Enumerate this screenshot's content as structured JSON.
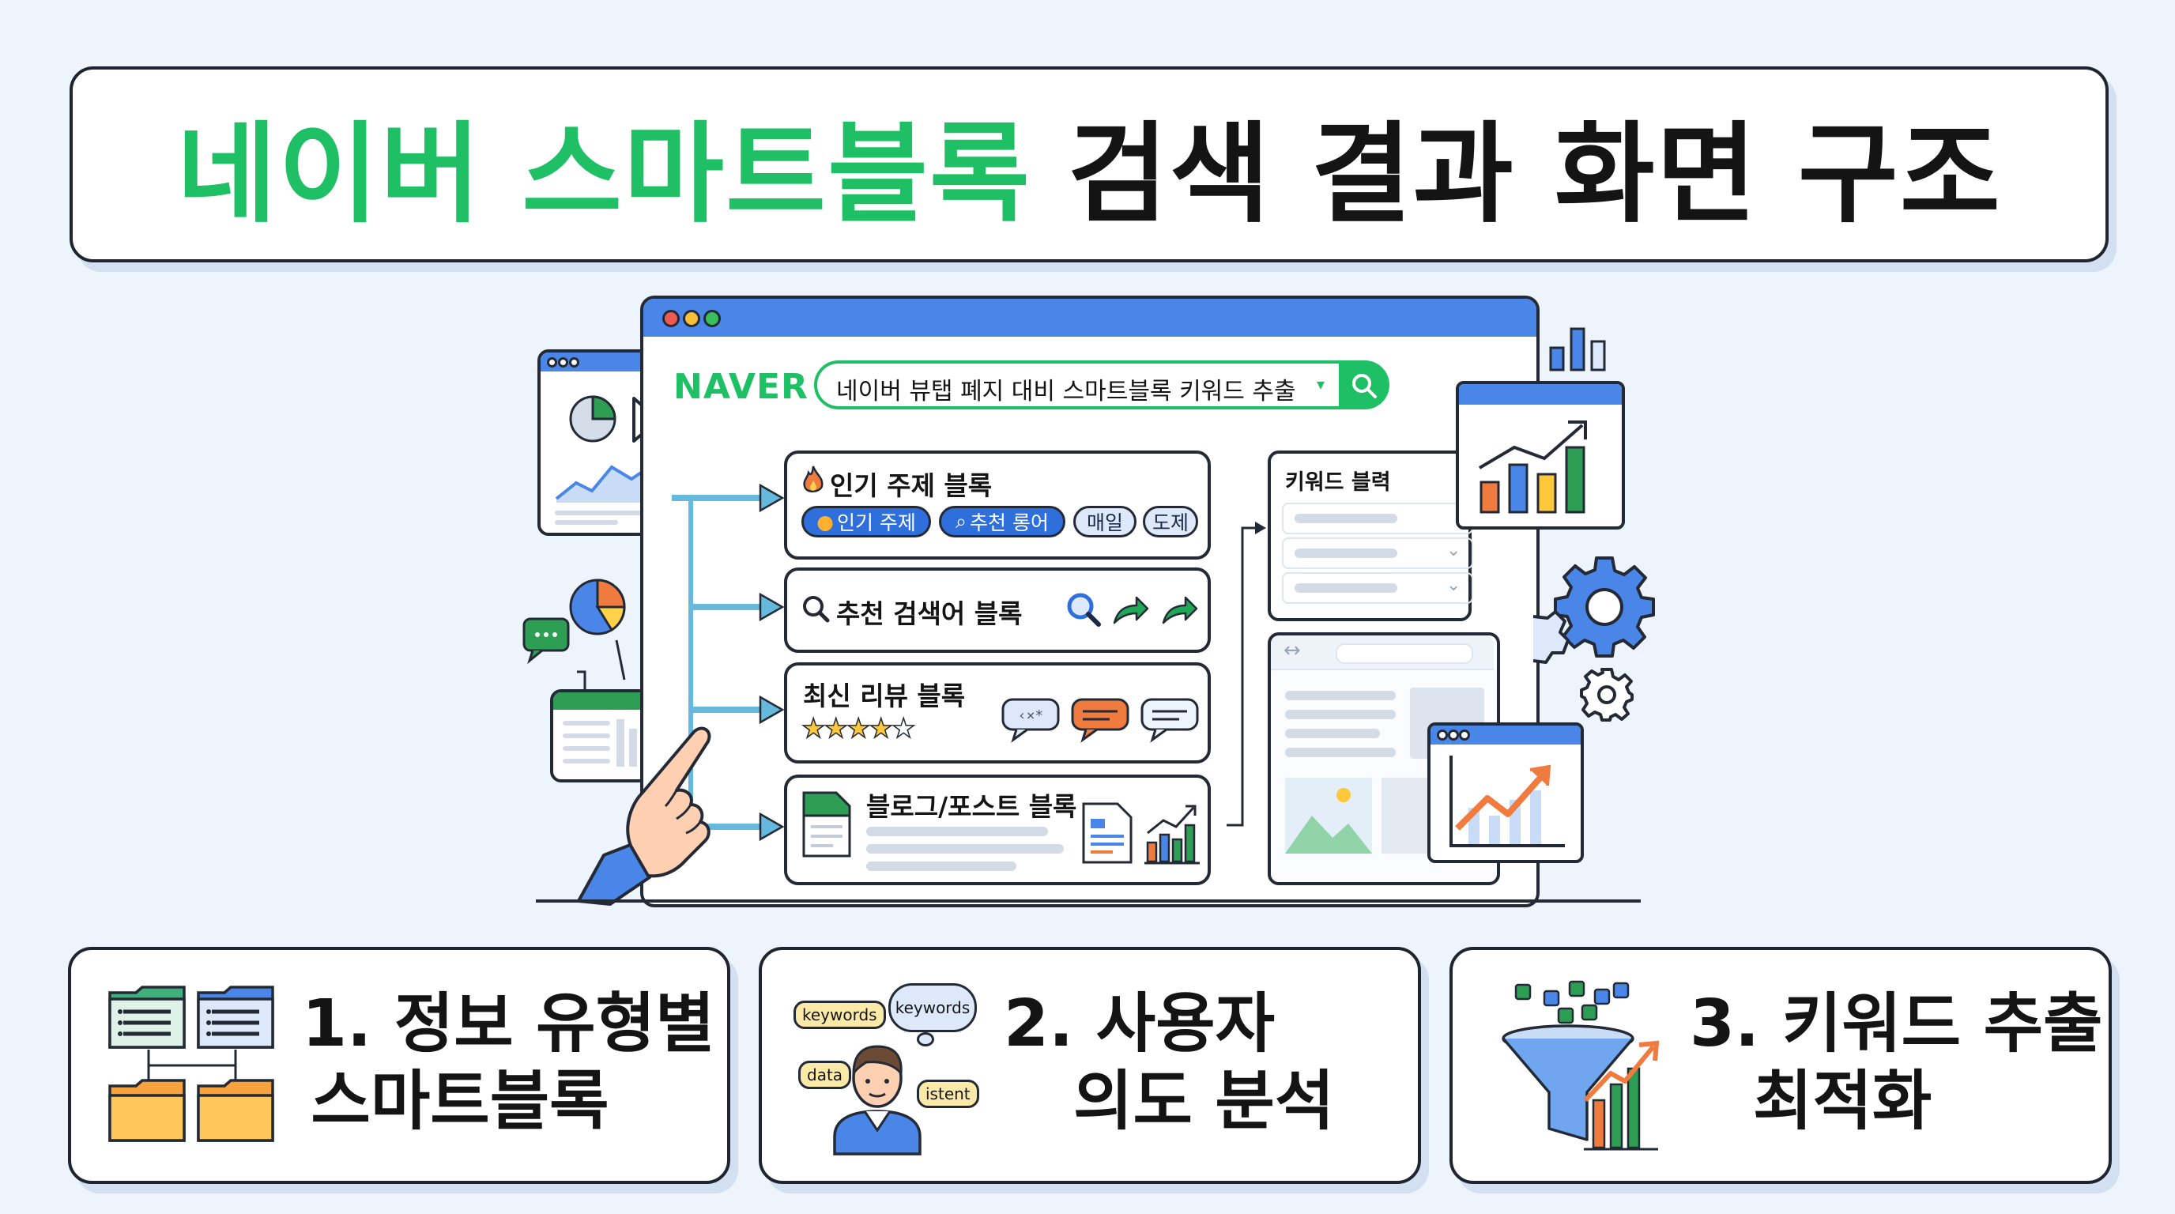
{
  "title": {
    "highlight": "네이버 스마트블록",
    "rest": "검색 결과 화면 구조"
  },
  "browser": {
    "logo": "NAVER",
    "search_query": "네이버 뷰탭 폐지 대비 스마트블록 키워드 추출",
    "blocks": [
      {
        "label": "인기 주제 블록",
        "chips": [
          "인기 주제",
          "추천 롱어",
          "매일",
          "도제"
        ]
      },
      {
        "label": "추천 검색어 블록"
      },
      {
        "label": "최신 리뷰 블록",
        "stars": 5,
        "filled_stars": 4
      },
      {
        "label": "블로그/포스트 블록"
      }
    ],
    "side_panel": {
      "label": "키워드 블력"
    }
  },
  "steps": [
    {
      "line1": "1. 정보 유형별",
      "line2": "스마트블록"
    },
    {
      "line1": "2. 사용자",
      "line2": "의도 분석",
      "tags": [
        "keywords",
        "keywords",
        "data",
        "istent"
      ]
    },
    {
      "line1": "3. 키워드 추출",
      "line2": "최적화"
    }
  ],
  "colors": {
    "brand_green": "#1fc065",
    "accent_blue": "#4a86e8",
    "chip_blue": "#2e6fdb",
    "orange": "#f07b3f"
  },
  "icons": [
    "fire-icon",
    "search-icon",
    "arrow-icon",
    "star-icon",
    "chat-icon",
    "document-icon",
    "chart-icon",
    "gear-icon",
    "folder-icon",
    "person-icon",
    "funnel-icon",
    "cursor-icon",
    "hand-icon",
    "pie-chart-icon"
  ]
}
